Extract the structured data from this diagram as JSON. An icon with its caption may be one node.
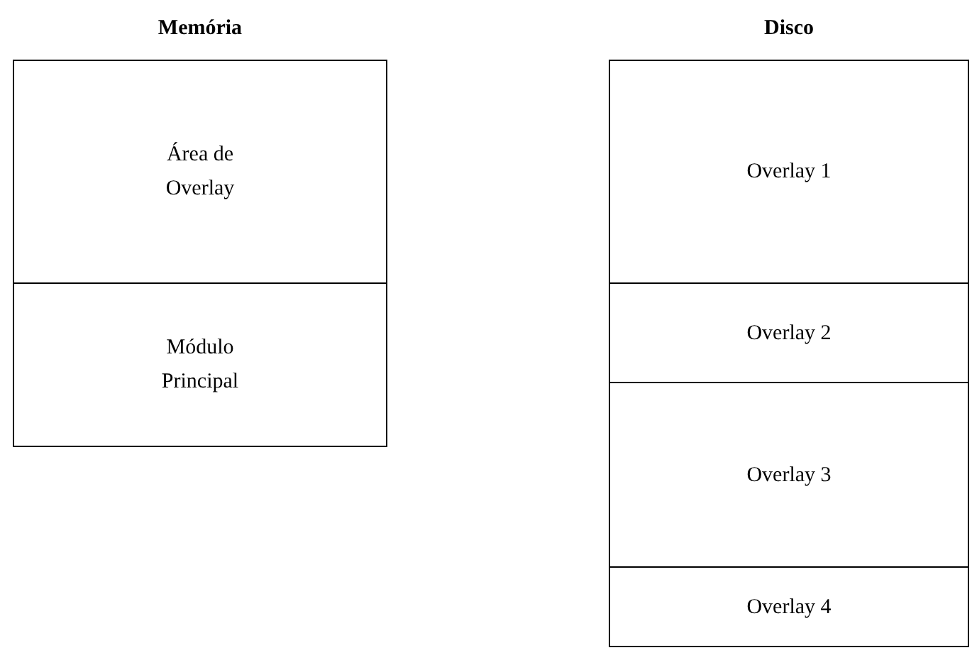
{
  "diagram": {
    "nodes": [
      {
        "text": [
          "Memória"
        ]
      },
      {
        "text": [
          "Área de Overlay"
        ],
        "in": 0
      },
      {
        "text": [
          "Módulo Principal"
        ],
        "in": 0
      },
      {
        "text": [
          "Disco"
        ]
      },
      {
        "text": [
          "Overlay 1"
        ],
        "in": 3
      },
      {
        "text": [
          "Overlay 2"
        ],
        "in": 3
      },
      {
        "text": [
          "Overlay 3"
        ],
        "in": 3
      },
      {
        "text": [
          "Overlay 4"
        ],
        "in": 3
      }
    ]
  }
}
